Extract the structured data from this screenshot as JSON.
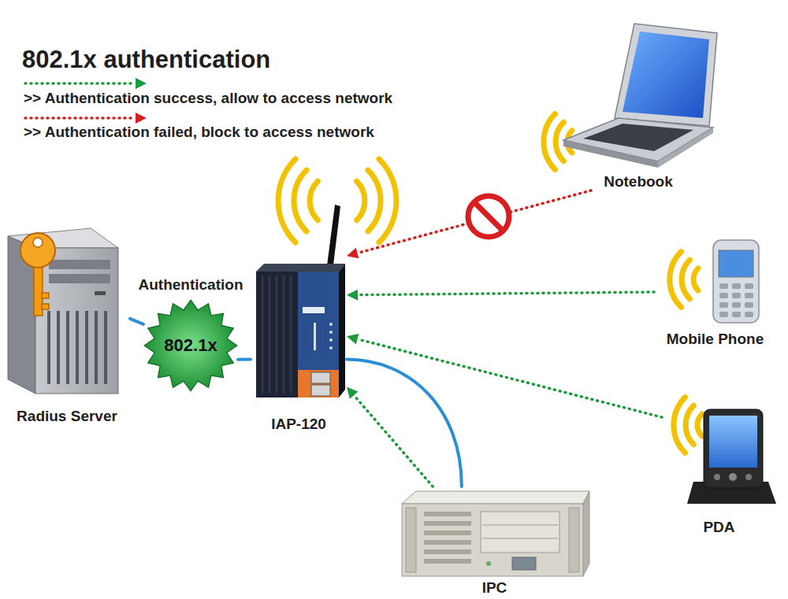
{
  "diagram": {
    "title": "802.1x authentication",
    "nodes": [
      {
        "text": [
          "Notebook"
        ]
      },
      {
        "text": [
          "Radius Server"
        ]
      },
      {
        "text": [
          "Authentication",
          "802.1x"
        ]
      },
      {
        "text": [
          "IAP-120"
        ]
      },
      {
        "text": [
          "Mobile Phone"
        ]
      },
      {
        "text": [
          "PDA"
        ]
      },
      {
        "text": [
          "IPC"
        ]
      }
    ],
    "edges": [
      {
        "from": 0,
        "to": 3,
        "arrow": "to"
      },
      {
        "from": 4,
        "to": 3,
        "arrow": "to"
      },
      {
        "from": 5,
        "to": 3,
        "arrow": "to"
      },
      {
        "from": 6,
        "to": 3,
        "arrow": "to"
      },
      {
        "from": 1,
        "to": 2,
        "arrow": "none"
      },
      {
        "from": 2,
        "to": 3,
        "arrow": "none"
      },
      {
        "from": 6,
        "to": 3,
        "arrow": "none"
      }
    ],
    "legend": [
      {
        "text": ">> Authentication success, allow to access network"
      },
      {
        "text": ">> Authentication failed, block to access network"
      }
    ]
  }
}
